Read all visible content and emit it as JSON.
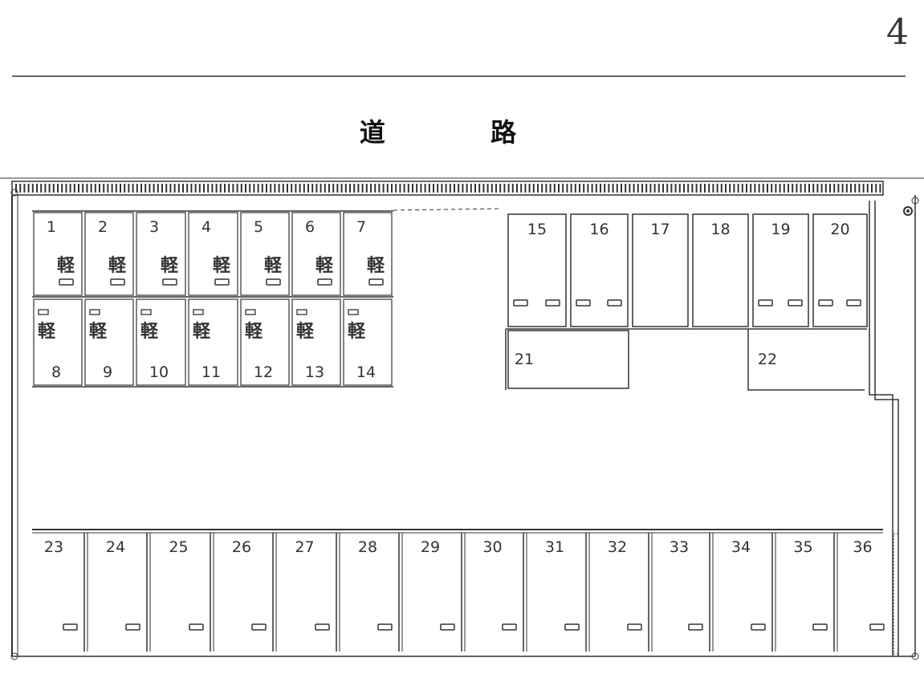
{
  "sheet_mark": "4",
  "road_label": "道 路",
  "small_car_label": "軽",
  "spaces": {
    "top_small_upper": [
      "1",
      "2",
      "3",
      "4",
      "5",
      "6",
      "7"
    ],
    "top_small_lower": [
      "8",
      "9",
      "10",
      "11",
      "12",
      "13",
      "14"
    ],
    "right_upper": [
      "15",
      "16",
      "17",
      "18",
      "19",
      "20"
    ],
    "right_lower": [
      "21",
      "22"
    ],
    "bottom_row": [
      "23",
      "24",
      "25",
      "26",
      "27",
      "28",
      "29",
      "30",
      "31",
      "32",
      "33",
      "34",
      "35",
      "36"
    ]
  }
}
